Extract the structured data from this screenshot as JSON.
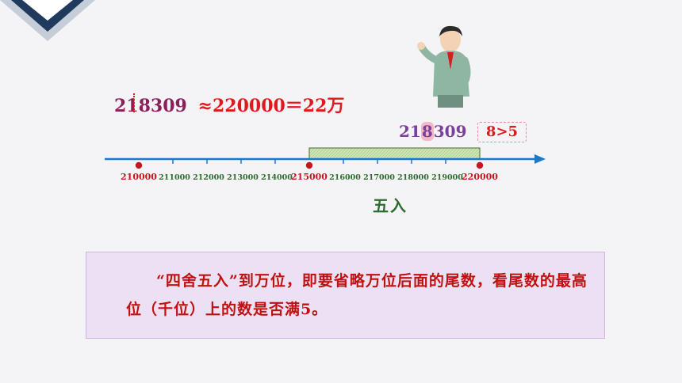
{
  "equation": {
    "number": "218309",
    "rest": "≈220000＝22万"
  },
  "focus": {
    "prefix": "21",
    "digit": "8",
    "suffix": "309"
  },
  "comparison": "8>5",
  "number_line": {
    "ticks": [
      {
        "label": "210000",
        "major": true
      },
      {
        "label": "211000",
        "major": false
      },
      {
        "label": "212000",
        "major": false
      },
      {
        "label": "213000",
        "major": false
      },
      {
        "label": "214000",
        "major": false
      },
      {
        "label": "215000",
        "major": true
      },
      {
        "label": "216000",
        "major": false
      },
      {
        "label": "217000",
        "major": false
      },
      {
        "label": "218000",
        "major": false
      },
      {
        "label": "219000",
        "major": false
      },
      {
        "label": "220000",
        "major": true
      }
    ],
    "highlight_range": [
      215000,
      220000
    ]
  },
  "label_below": "五入",
  "note_text": "“四舍五入”到万位，即要省略万位后面的尾数，看尾数的最高位（千位）上的数是否满5。",
  "colors": {
    "line": "#1e78c8",
    "major_dot": "#c8161e",
    "rect_fill": "#cfe6b4",
    "rect_stroke": "#3a6d2c",
    "major_label": "#c8161e",
    "minor_label": "#2e6b2e"
  }
}
